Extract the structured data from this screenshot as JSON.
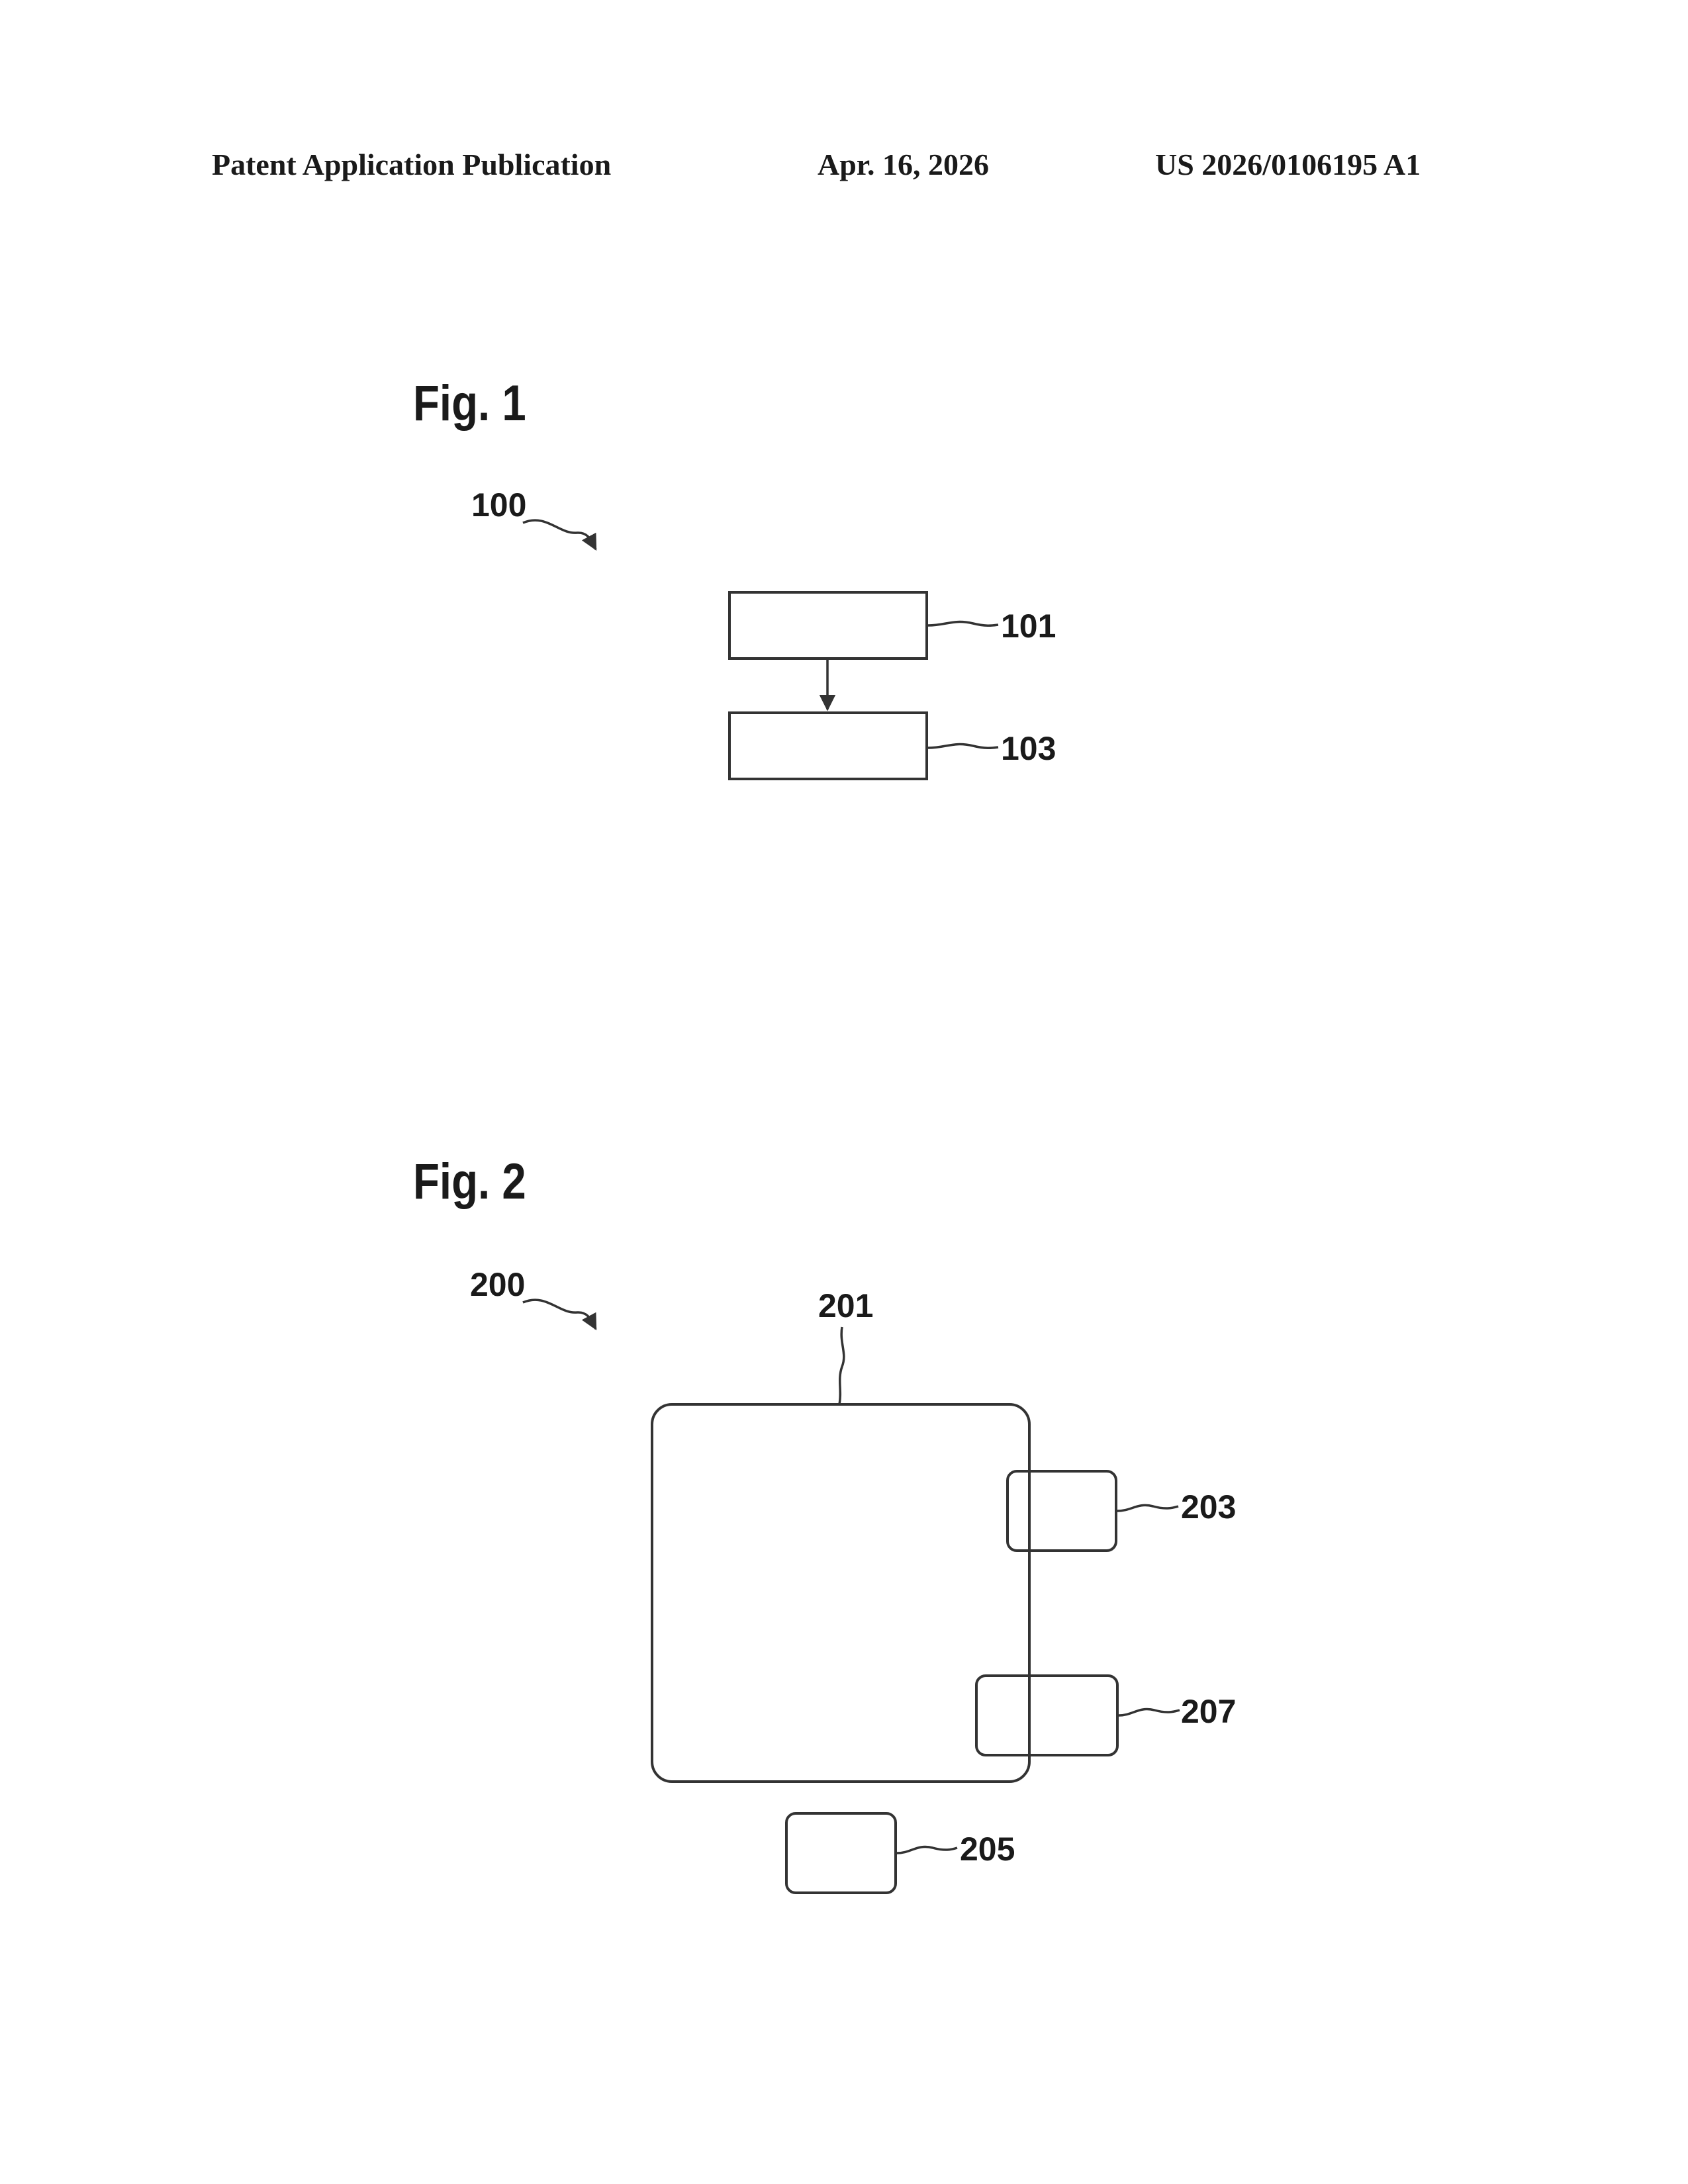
{
  "header": {
    "publication": "Patent Application Publication",
    "date": "Apr. 16, 2026",
    "number": "US 2026/0106195 A1"
  },
  "figure1": {
    "title": "Fig. 1",
    "ref_overall": "100",
    "ref_top_box": "101",
    "ref_bottom_box": "103"
  },
  "figure2": {
    "title": "Fig. 2",
    "ref_overall": "200",
    "ref_main_box": "201",
    "ref_upper_side_box": "203",
    "ref_lower_side_box": "207",
    "ref_bottom_box": "205"
  }
}
